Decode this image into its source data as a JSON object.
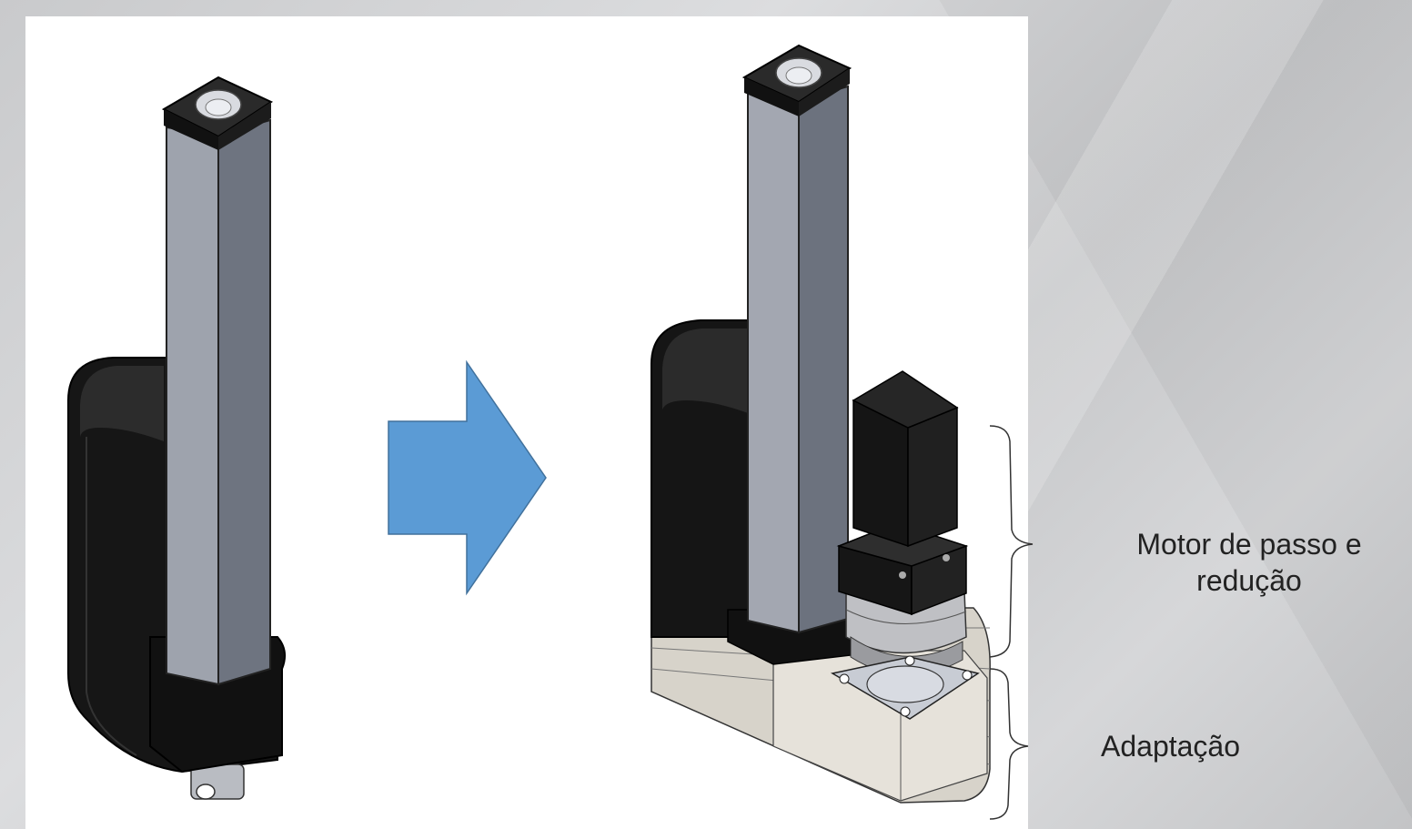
{
  "labels": {
    "motor_line1": "Motor de passo e",
    "motor_line2": "redução",
    "adaptation": "Adaptação"
  },
  "colors": {
    "arrow_fill": "#5b9bd5",
    "arrow_stroke": "#41719c",
    "tube_front": "#9ea3ad",
    "tube_side": "#6e7480",
    "body_black": "#1a1a1a",
    "adapter_grey": "#dcd8d0"
  },
  "icons": {
    "arrow": "right-arrow",
    "brace_motor": "right-curly-brace",
    "brace_adapter": "right-curly-brace"
  }
}
